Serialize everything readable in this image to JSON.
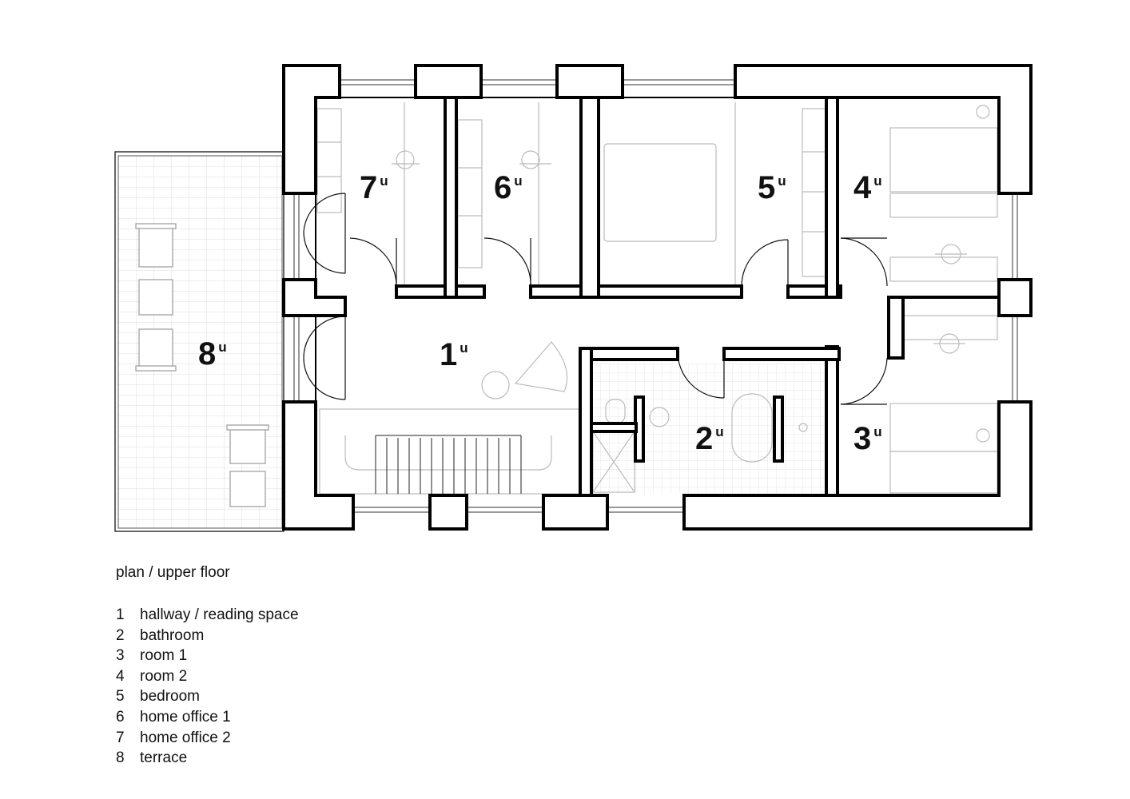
{
  "plan": {
    "rooms": [
      {
        "num": "1",
        "sup": "u"
      },
      {
        "num": "2",
        "sup": "u"
      },
      {
        "num": "3",
        "sup": "u"
      },
      {
        "num": "4",
        "sup": "u"
      },
      {
        "num": "5",
        "sup": "u"
      },
      {
        "num": "6",
        "sup": "u"
      },
      {
        "num": "7",
        "sup": "u"
      },
      {
        "num": "8",
        "sup": "u"
      }
    ]
  },
  "legend": {
    "title": "plan / upper floor",
    "items": [
      {
        "num": "1",
        "label": "hallway / reading space"
      },
      {
        "num": "2",
        "label": "bathroom"
      },
      {
        "num": "3",
        "label": "room 1"
      },
      {
        "num": "4",
        "label": "room 2"
      },
      {
        "num": "5",
        "label": "bedroom"
      },
      {
        "num": "6",
        "label": "home office 1"
      },
      {
        "num": "7",
        "label": "home office 2"
      },
      {
        "num": "8",
        "label": "terrace"
      }
    ]
  }
}
